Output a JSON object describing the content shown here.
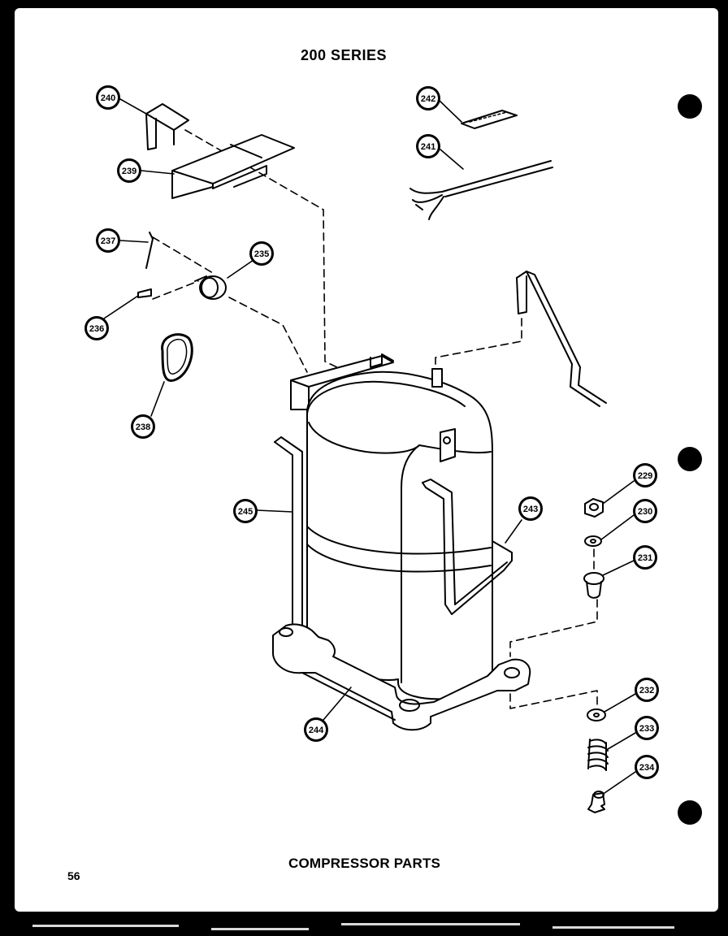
{
  "header": {
    "series": "200 SERIES"
  },
  "footer": {
    "caption": "COMPRESSOR PARTS",
    "page_number": "56"
  },
  "callouts": [
    {
      "id": "c240",
      "label": "240"
    },
    {
      "id": "c239",
      "label": "239"
    },
    {
      "id": "c242",
      "label": "242"
    },
    {
      "id": "c241",
      "label": "241"
    },
    {
      "id": "c237",
      "label": "237"
    },
    {
      "id": "c235",
      "label": "235"
    },
    {
      "id": "c236",
      "label": "236"
    },
    {
      "id": "c238",
      "label": "238"
    },
    {
      "id": "c245",
      "label": "245"
    },
    {
      "id": "c243",
      "label": "243"
    },
    {
      "id": "c229",
      "label": "229"
    },
    {
      "id": "c230",
      "label": "230"
    },
    {
      "id": "c231",
      "label": "231"
    },
    {
      "id": "c232",
      "label": "232"
    },
    {
      "id": "c233",
      "label": "233"
    },
    {
      "id": "c234",
      "label": "234"
    },
    {
      "id": "c244",
      "label": "244"
    }
  ]
}
